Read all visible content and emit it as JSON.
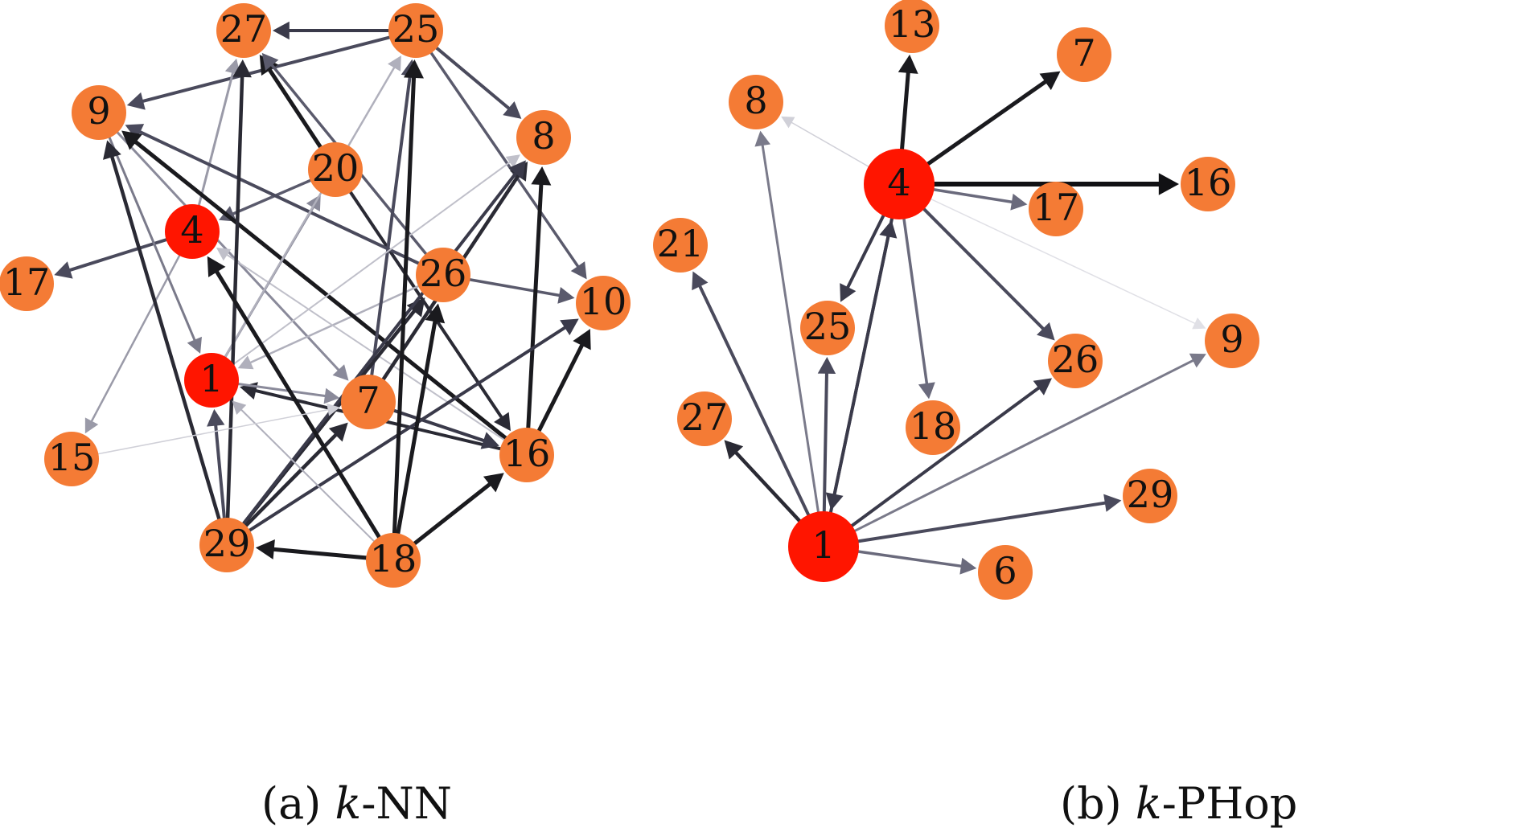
{
  "colors": {
    "node": "#F47B35",
    "highlight": "#FF1500",
    "text": "#111111"
  },
  "panels": [
    {
      "id": "knn",
      "caption": {
        "label": "(a)",
        "k": "k",
        "method": "-NN"
      },
      "nodes": [
        {
          "id": "27",
          "label": "27",
          "highlight": false
        },
        {
          "id": "25",
          "label": "25",
          "highlight": false
        },
        {
          "id": "9",
          "label": "9",
          "highlight": false
        },
        {
          "id": "8",
          "label": "8",
          "highlight": false
        },
        {
          "id": "20",
          "label": "20",
          "highlight": false
        },
        {
          "id": "4",
          "label": "4",
          "highlight": true
        },
        {
          "id": "17",
          "label": "17",
          "highlight": false
        },
        {
          "id": "26",
          "label": "26",
          "highlight": false
        },
        {
          "id": "10",
          "label": "10",
          "highlight": false
        },
        {
          "id": "1",
          "label": "1",
          "highlight": true
        },
        {
          "id": "7",
          "label": "7",
          "highlight": false
        },
        {
          "id": "15",
          "label": "15",
          "highlight": false
        },
        {
          "id": "16",
          "label": "16",
          "highlight": false
        },
        {
          "id": "29",
          "label": "29",
          "highlight": false
        },
        {
          "id": "18",
          "label": "18",
          "highlight": false
        }
      ],
      "edges": [
        {
          "from": "25",
          "to": "27",
          "shade": "#3a3a4a",
          "width": 4
        },
        {
          "from": "25",
          "to": "9",
          "shade": "#4a4a5c",
          "width": 4
        },
        {
          "from": "25",
          "to": "8",
          "shade": "#4a4a5c",
          "width": 4
        },
        {
          "from": "25",
          "to": "10",
          "shade": "#5a5a6c",
          "width": 3.5
        },
        {
          "from": "20",
          "to": "27",
          "shade": "#1a1a1e",
          "width": 5
        },
        {
          "from": "20",
          "to": "4",
          "shade": "#5a5a6c",
          "width": 3.5
        },
        {
          "from": "20",
          "to": "16",
          "shade": "#2a2a34",
          "width": 4
        },
        {
          "from": "4",
          "to": "17",
          "shade": "#4a4a5c",
          "width": 4
        },
        {
          "from": "4",
          "to": "27",
          "shade": "#9a9aa8",
          "width": 3
        },
        {
          "from": "4",
          "to": "15",
          "shade": "#9a9aa8",
          "width": 2.5
        },
        {
          "from": "9",
          "to": "1",
          "shade": "#7a7a8a",
          "width": 3
        },
        {
          "from": "9",
          "to": "7",
          "shade": "#8a8a9a",
          "width": 3
        },
        {
          "from": "26",
          "to": "9",
          "shade": "#4a4a5c",
          "width": 4
        },
        {
          "from": "26",
          "to": "10",
          "shade": "#5a5a6c",
          "width": 3.5
        },
        {
          "from": "26",
          "to": "1",
          "shade": "#b0b0bc",
          "width": 2.5
        },
        {
          "from": "26",
          "to": "27",
          "shade": "#5a5a6c",
          "width": 3.5
        },
        {
          "from": "16",
          "to": "9",
          "shade": "#1a1a1e",
          "width": 5
        },
        {
          "from": "16",
          "to": "8",
          "shade": "#1a1a1e",
          "width": 5
        },
        {
          "from": "16",
          "to": "10",
          "shade": "#1a1a1e",
          "width": 5
        },
        {
          "from": "16",
          "to": "1",
          "shade": "#2a2a34",
          "width": 4
        },
        {
          "from": "16",
          "to": "4",
          "shade": "#c0c0ca",
          "width": 2
        },
        {
          "from": "7",
          "to": "25",
          "shade": "#4a4a5c",
          "width": 4
        },
        {
          "from": "7",
          "to": "8",
          "shade": "#2a2a34",
          "width": 4.5
        },
        {
          "from": "7",
          "to": "16",
          "shade": "#3a3a4a",
          "width": 4
        },
        {
          "from": "1",
          "to": "7",
          "shade": "#8a8a9a",
          "width": 3
        },
        {
          "from": "1",
          "to": "20",
          "shade": "#8a8a9a",
          "width": 3
        },
        {
          "from": "1",
          "to": "25",
          "shade": "#b0b0bc",
          "width": 2.5
        },
        {
          "from": "1",
          "to": "8",
          "shade": "#c0c0ca",
          "width": 2
        },
        {
          "from": "29",
          "to": "9",
          "shade": "#2a2a34",
          "width": 4.5
        },
        {
          "from": "29",
          "to": "1",
          "shade": "#4a4a5c",
          "width": 4
        },
        {
          "from": "29",
          "to": "27",
          "shade": "#2a2a34",
          "width": 4.5
        },
        {
          "from": "29",
          "to": "7",
          "shade": "#2a2a34",
          "width": 4.5
        },
        {
          "from": "29",
          "to": "26",
          "shade": "#2a2a34",
          "width": 4.5
        },
        {
          "from": "29",
          "to": "8",
          "shade": "#3a3a4a",
          "width": 4
        },
        {
          "from": "29",
          "to": "10",
          "shade": "#3a3a4a",
          "width": 4
        },
        {
          "from": "18",
          "to": "29",
          "shade": "#1a1a1e",
          "width": 5
        },
        {
          "from": "18",
          "to": "16",
          "shade": "#1a1a1e",
          "width": 5
        },
        {
          "from": "18",
          "to": "4",
          "shade": "#1a1a1e",
          "width": 5
        },
        {
          "from": "18",
          "to": "25",
          "shade": "#1a1a1e",
          "width": 5
        },
        {
          "from": "18",
          "to": "26",
          "shade": "#1a1a1e",
          "width": 5
        },
        {
          "from": "18",
          "to": "1",
          "shade": "#b0b0bc",
          "width": 2
        },
        {
          "from": "15",
          "to": "7",
          "shade": "#d0d0d8",
          "width": 1.5
        }
      ]
    },
    {
      "id": "kphop",
      "caption": {
        "label": "(b)",
        "k": "k",
        "method": "-PHop"
      },
      "nodes": [
        {
          "id": "13",
          "label": "13",
          "highlight": false
        },
        {
          "id": "7",
          "label": "7",
          "highlight": false
        },
        {
          "id": "8",
          "label": "8",
          "highlight": false
        },
        {
          "id": "4",
          "label": "4",
          "highlight": true
        },
        {
          "id": "16",
          "label": "16",
          "highlight": false
        },
        {
          "id": "17",
          "label": "17",
          "highlight": false
        },
        {
          "id": "21",
          "label": "21",
          "highlight": false
        },
        {
          "id": "25",
          "label": "25",
          "highlight": false
        },
        {
          "id": "9",
          "label": "9",
          "highlight": false
        },
        {
          "id": "26",
          "label": "26",
          "highlight": false
        },
        {
          "id": "27",
          "label": "27",
          "highlight": false
        },
        {
          "id": "18",
          "label": "18",
          "highlight": false
        },
        {
          "id": "29",
          "label": "29",
          "highlight": false
        },
        {
          "id": "1",
          "label": "1",
          "highlight": true
        },
        {
          "id": "6",
          "label": "6",
          "highlight": false
        }
      ],
      "edges": [
        {
          "from": "4",
          "to": "13",
          "shade": "#1a1a1e",
          "width": 5
        },
        {
          "from": "4",
          "to": "7",
          "shade": "#1a1a1e",
          "width": 5
        },
        {
          "from": "4",
          "to": "16",
          "shade": "#111114",
          "width": 6
        },
        {
          "from": "4",
          "to": "17",
          "shade": "#6a6a7c",
          "width": 3.5
        },
        {
          "from": "4",
          "to": "25",
          "shade": "#3a3a4a",
          "width": 4
        },
        {
          "from": "4",
          "to": "26",
          "shade": "#4a4a5c",
          "width": 4
        },
        {
          "from": "4",
          "to": "18",
          "shade": "#6a6a7c",
          "width": 3.5
        },
        {
          "from": "4",
          "to": "1",
          "shade": "#3a3a4a",
          "width": 4
        },
        {
          "from": "4",
          "to": "8",
          "shade": "#d0d0d8",
          "width": 1.5
        },
        {
          "from": "4",
          "to": "9",
          "shade": "#e0e0e6",
          "width": 1.5
        },
        {
          "from": "1",
          "to": "4",
          "shade": "#3a3a4a",
          "width": 4
        },
        {
          "from": "1",
          "to": "8",
          "shade": "#7a7a8a",
          "width": 3
        },
        {
          "from": "1",
          "to": "21",
          "shade": "#4a4a5c",
          "width": 4
        },
        {
          "from": "1",
          "to": "25",
          "shade": "#4a4a5c",
          "width": 4
        },
        {
          "from": "1",
          "to": "27",
          "shade": "#2a2a34",
          "width": 4.5
        },
        {
          "from": "1",
          "to": "26",
          "shade": "#3a3a4a",
          "width": 4
        },
        {
          "from": "1",
          "to": "9",
          "shade": "#7a7a8a",
          "width": 3
        },
        {
          "from": "1",
          "to": "29",
          "shade": "#4a4a5c",
          "width": 4
        },
        {
          "from": "1",
          "to": "6",
          "shade": "#6a6a7c",
          "width": 3.5
        }
      ]
    }
  ]
}
